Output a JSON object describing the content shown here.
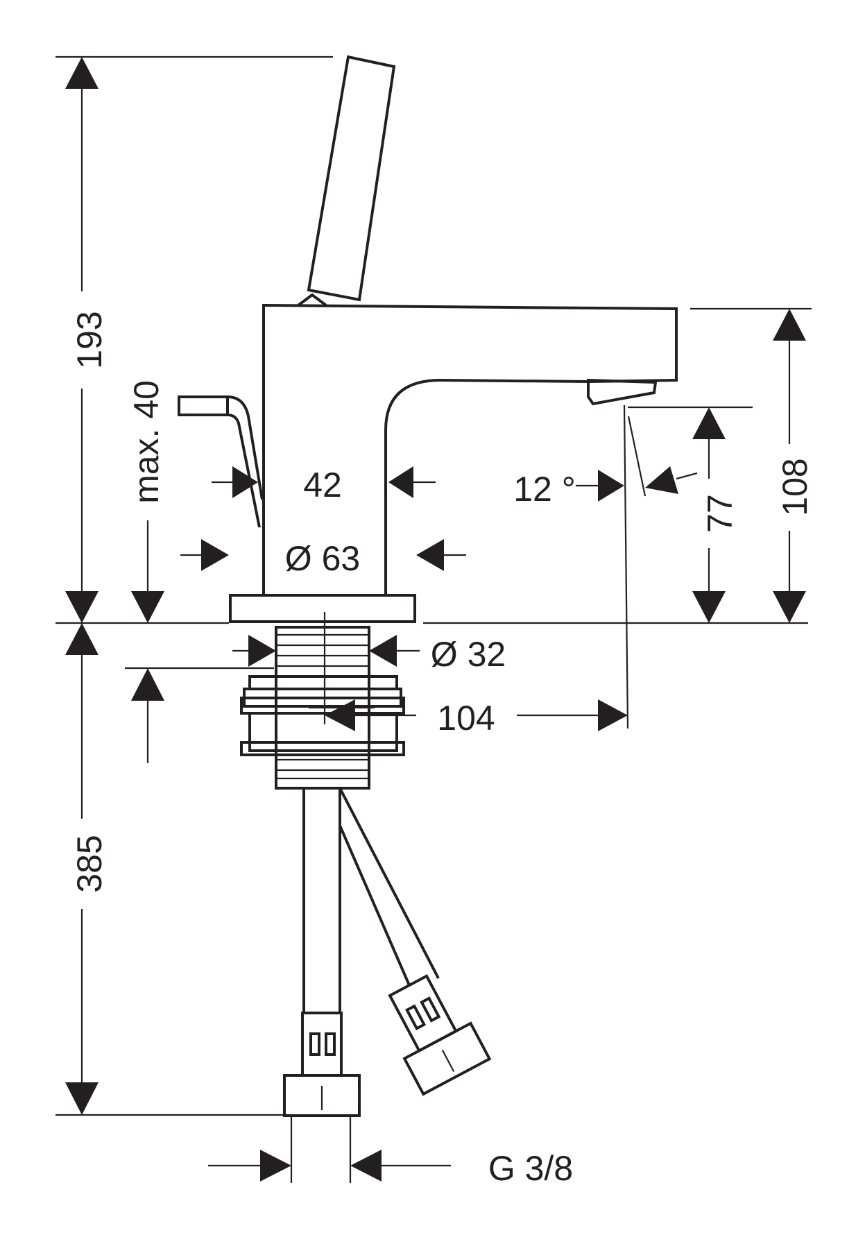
{
  "drawing": {
    "dimensions": {
      "height_total": "193",
      "max_lever": "max. 40",
      "body_width": "42",
      "base_diameter": "Ø 63",
      "spout_angle": "12 °",
      "spout_clearance": "77",
      "spout_height": "108",
      "shank_diameter": "Ø 32",
      "projection": "104",
      "hose_length": "385",
      "thread": "G 3/8"
    }
  }
}
